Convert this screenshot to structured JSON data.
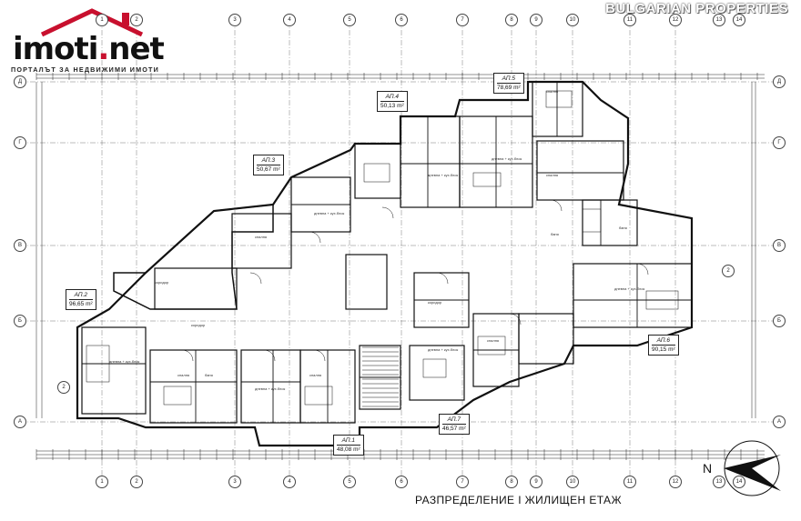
{
  "logo": {
    "word_main": "imoti",
    "word_dot": ".",
    "word_tld": "net",
    "tagline": "ПОРТАЛЪТ ЗА НЕДВИЖИМИ ИМОТИ",
    "accent_color": "#c8102e",
    "icon": "house-roof-icon"
  },
  "watermark": "BULGARIAN PROPERTIES",
  "plan_title": "РАЗПРЕДЕЛЕНИЕ  I ЖИЛИЩЕН ЕТАЖ",
  "compass": {
    "label": "N",
    "icon": "north-arrow-icon"
  },
  "apartments": [
    {
      "code": "АП.1",
      "area": "48,08 m²"
    },
    {
      "code": "АП.2",
      "area": "96,65 m²"
    },
    {
      "code": "АП.3",
      "area": "50,67 m²"
    },
    {
      "code": "АП.4",
      "area": "50,13 m²"
    },
    {
      "code": "АП.5",
      "area": "78,69 m²"
    },
    {
      "code": "АП.6",
      "area": "90,15 m²"
    },
    {
      "code": "АП.7",
      "area": "46,57 m²"
    }
  ],
  "axes": {
    "columns": [
      "1",
      "2",
      "3",
      "4",
      "5",
      "6",
      "7",
      "8",
      "9",
      "10",
      "11",
      "12",
      "13",
      "14"
    ],
    "rows": [
      "Д",
      "Г",
      "В",
      "Б",
      "А"
    ]
  },
  "rooms": {
    "bedroom": "спалня",
    "living": "дневна + кух.блок",
    "bath": "баня",
    "corridor": "коридор"
  },
  "markers": [
    "2",
    "2"
  ]
}
